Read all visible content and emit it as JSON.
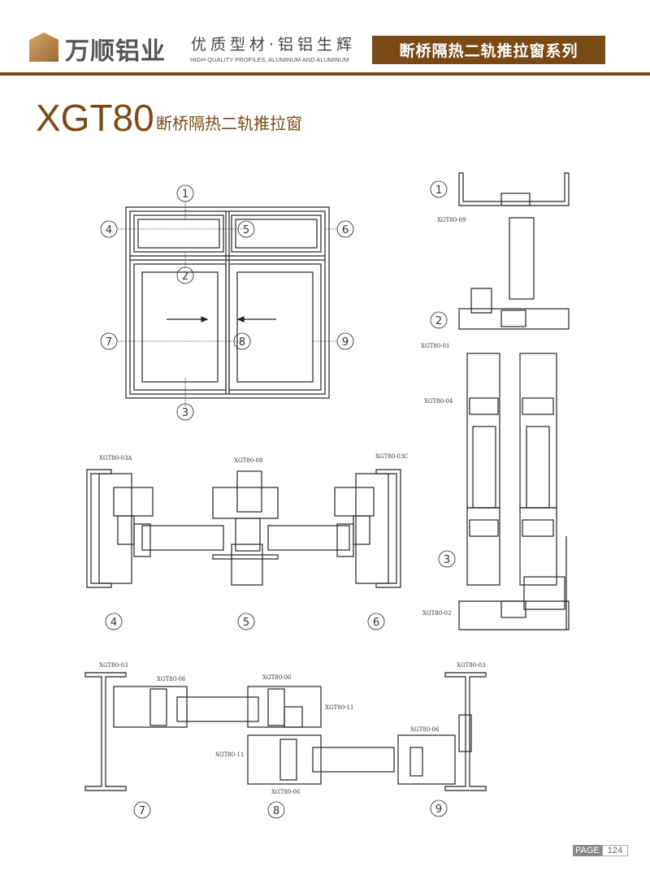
{
  "header": {
    "brand": "万顺铝业",
    "slogan": "优质型材·铝铝生辉",
    "slogan_en": "HIGH-QUALITY PROFILES, ALUMINUM AND ALUMINUM",
    "series": "断桥隔热二轨推拉窗系列",
    "accent": "#7a4a16"
  },
  "title": {
    "model": "XGT80",
    "name": "断桥隔热二轨推拉窗"
  },
  "callouts": [
    "1",
    "2",
    "3",
    "4",
    "5",
    "6",
    "7",
    "8",
    "9"
  ],
  "labels": {
    "p09": "XGT80-09",
    "p01": "XGT80-01",
    "p04": "XGT80-04",
    "p02": "XGT80-02",
    "p03a": "XGT80-03A",
    "p08": "XGT80-08",
    "p03c": "XGT80-03C",
    "p03_left": "XGT80-03",
    "p06_a": "XGT80-06",
    "p06_b": "XGT80-06",
    "p11_a": "XGT80-11",
    "p11_b": "XGT80-11",
    "p06_c": "XGT80-06",
    "p06_d": "XGT80-06",
    "p03_right": "XGT80-03"
  },
  "footer": {
    "page_label": "PAGE",
    "page_number": "124"
  }
}
